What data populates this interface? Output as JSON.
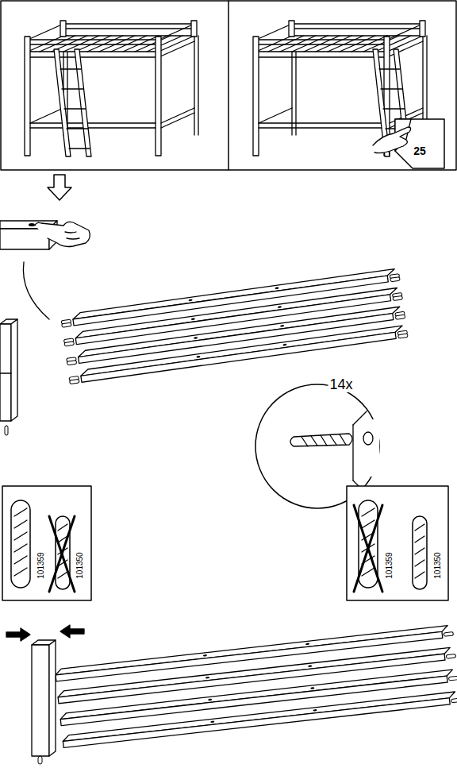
{
  "diagram": {
    "labels": [
      "25",
      "14x",
      "101359",
      "101350",
      "101359",
      "101350"
    ]
  }
}
